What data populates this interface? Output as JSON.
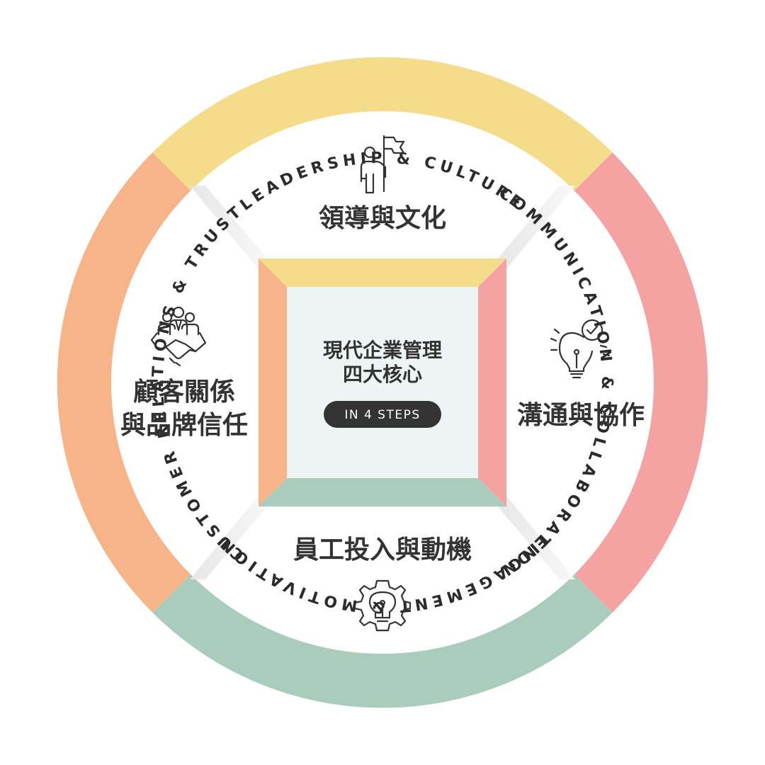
{
  "colors": {
    "top": "#f5dc8a",
    "right": "#f4a2a2",
    "bottom": "#a9ccbd",
    "left": "#f7b488",
    "center": "#ecf4f4",
    "pill": "#333333",
    "text": "#333333"
  },
  "ring": {
    "top": "LEADERSHIP & CULTURE",
    "right": "COMMUNICATION & COLLABORATION",
    "bottom": "ENGAGEMENT & MOTIVATION",
    "left": "CUSTOMER RELATIONS & TRUST"
  },
  "quadrants": {
    "top": {
      "title": "領導與文化",
      "icon": "leader-flag-icon"
    },
    "right": {
      "title": "溝通與協作",
      "icon": "lightbulb-check-icon"
    },
    "bottom": {
      "title": "員工投入與動機",
      "icon": "lightbulb-gear-icon"
    },
    "left": {
      "title_line1": "顧客關係",
      "title_line2": "與品牌信任",
      "icon": "handshake-team-icon"
    }
  },
  "center": {
    "title_line1": "現代企業管理",
    "title_line2": "四大核心",
    "pill": "IN 4 STEPS"
  }
}
